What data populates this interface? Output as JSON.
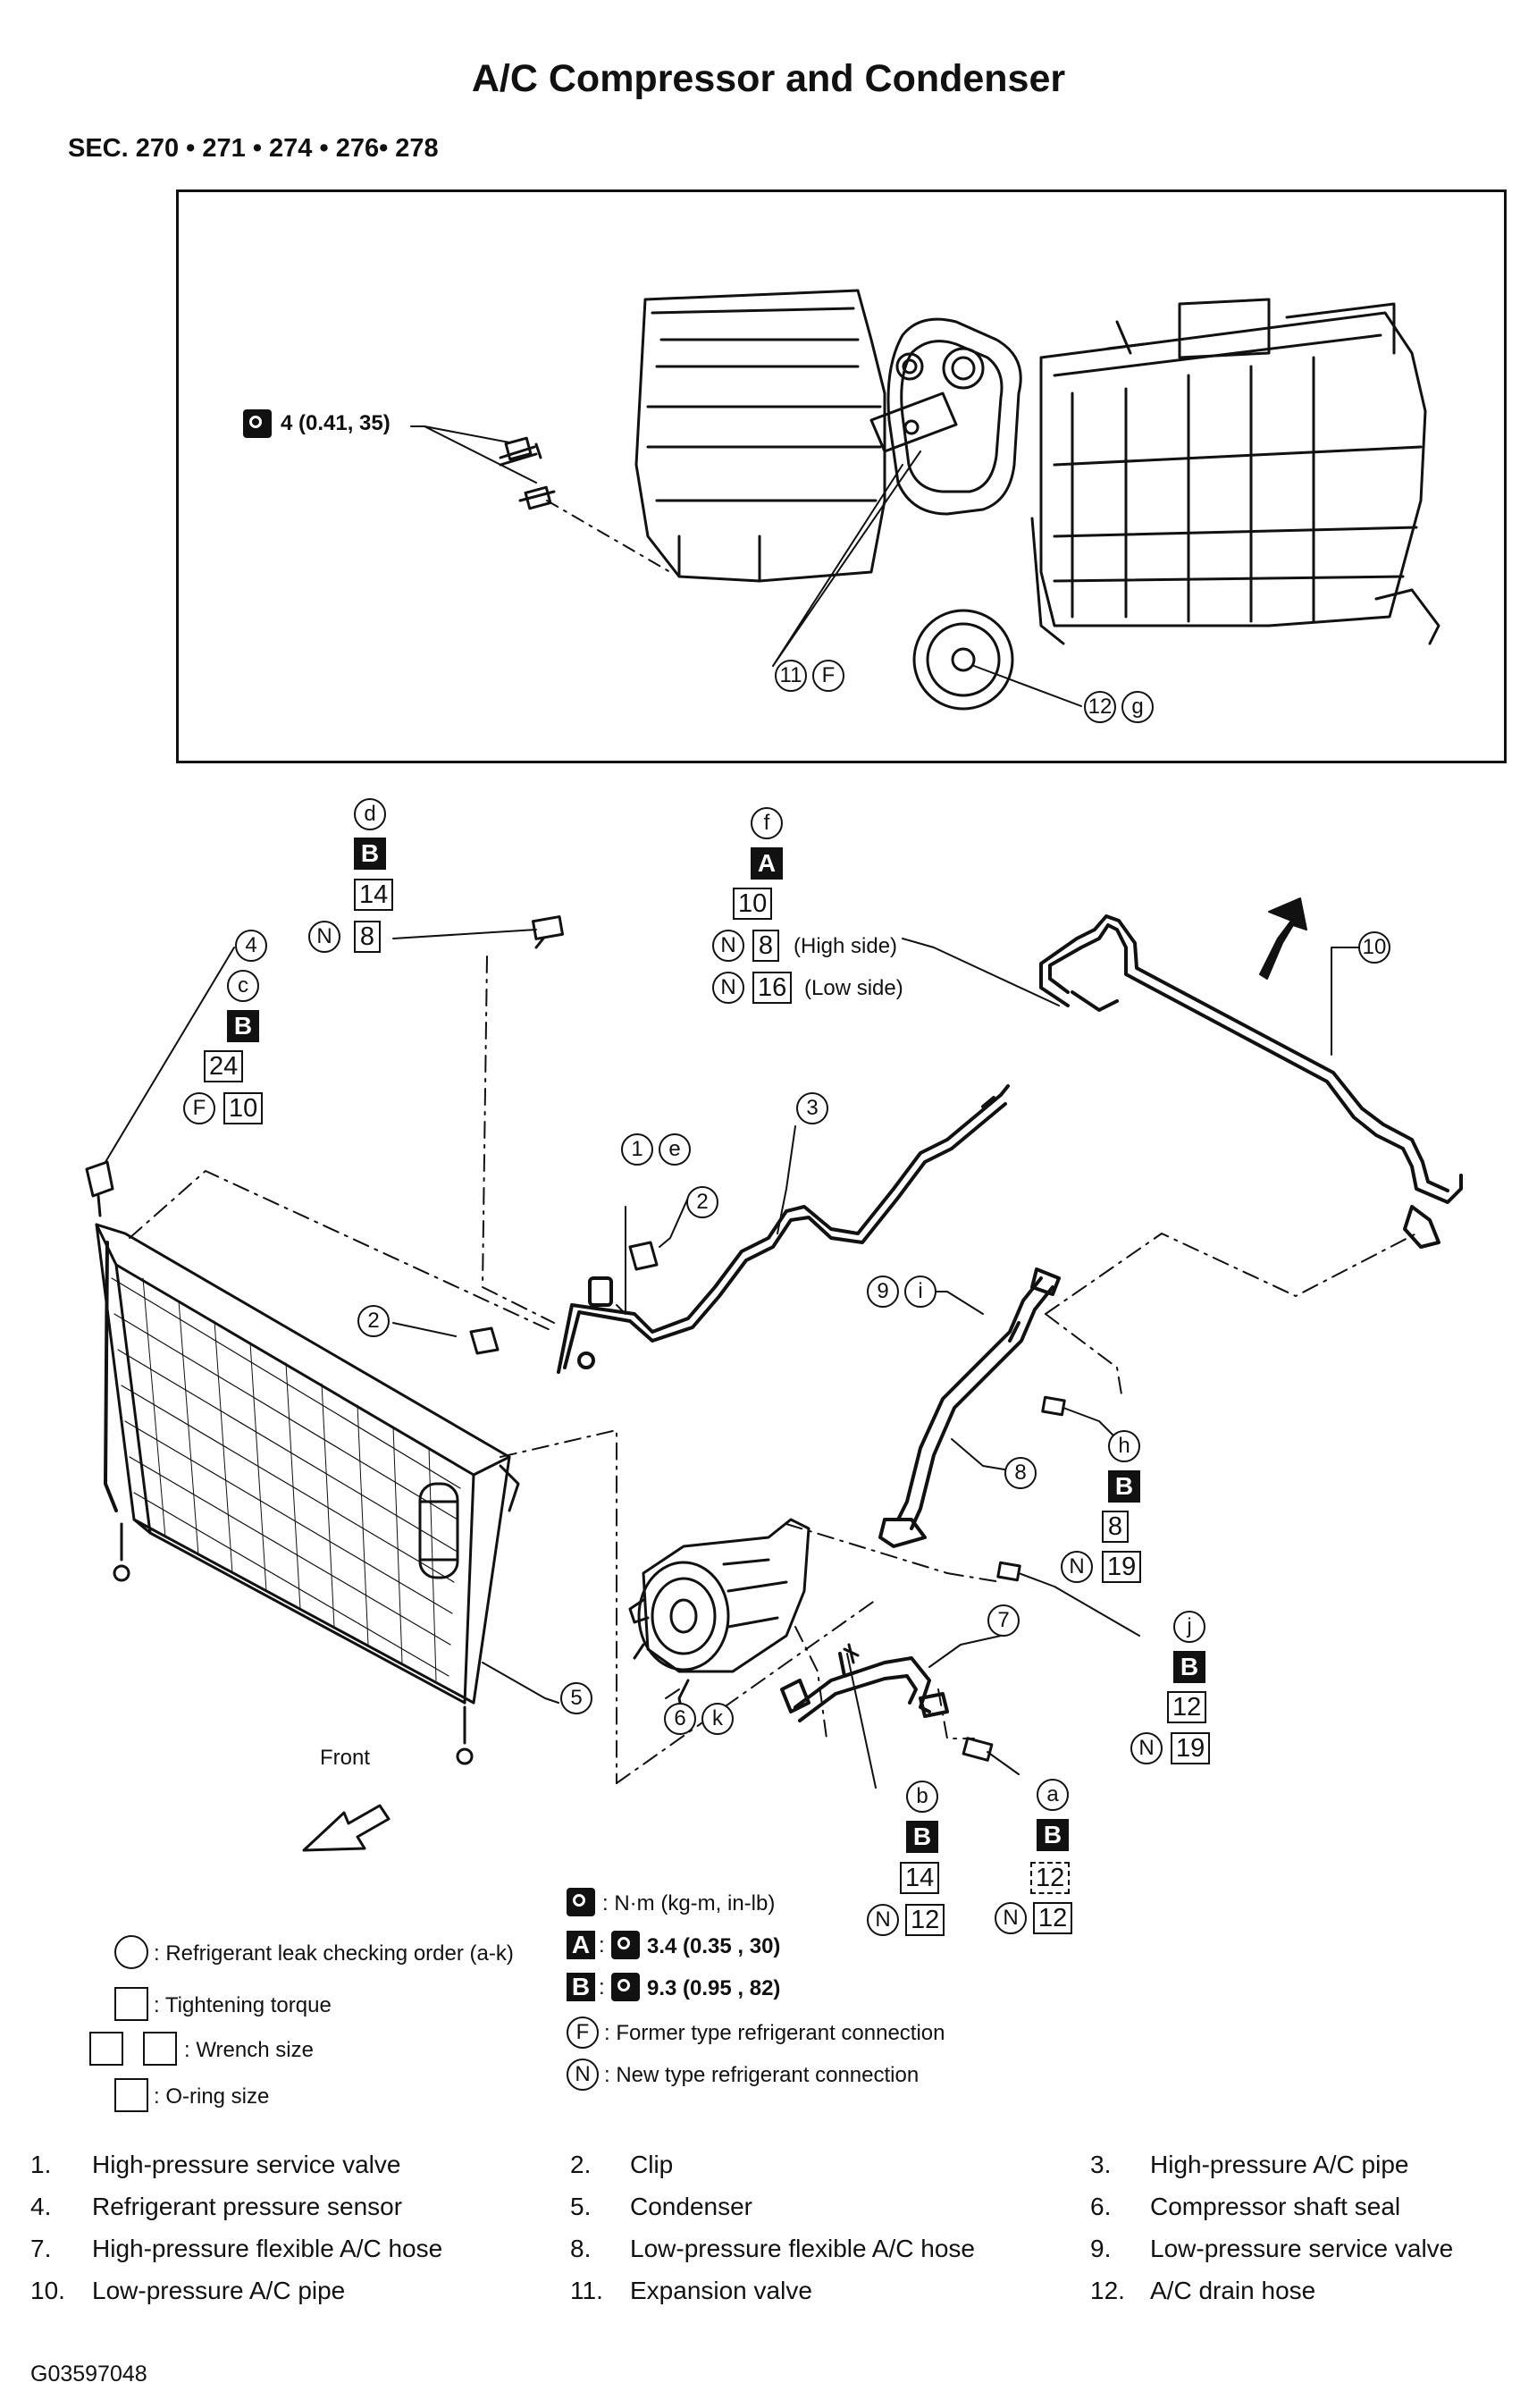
{
  "title": "A/C Compressor and Condenser",
  "sec": "SEC. 270 • 271 • 274 • 276• 278",
  "top_torque": "4 (0.41, 35)",
  "callouts": {
    "c1": "1",
    "c2": "2",
    "c3": "3",
    "c4": "4",
    "c5": "5",
    "c6": "6",
    "c7": "7",
    "c8": "8",
    "c9": "9",
    "c10": "10",
    "c11": "11",
    "c12": "12",
    "a": "a",
    "b": "b",
    "c": "c",
    "d": "d",
    "e": "e",
    "f": "f",
    "g": "g",
    "h": "h",
    "i": "i",
    "j": "j",
    "k": "k",
    "F": "F",
    "N": "N"
  },
  "blocks": {
    "A": "A",
    "B": "B"
  },
  "spec_d": {
    "wrench": "14",
    "oring": "8"
  },
  "spec_c": {
    "wrench": "24",
    "oring": "10"
  },
  "spec_f": {
    "wrench": "10",
    "oring_high": "8",
    "high_label": "(High side)",
    "oring_low": "16",
    "low_label": "(Low side)"
  },
  "spec_h": {
    "wrench": "8",
    "oring": "19"
  },
  "spec_j": {
    "wrench": "12",
    "oring": "19"
  },
  "spec_b": {
    "wrench": "14",
    "oring": "12"
  },
  "spec_a": {
    "wrench": "12",
    "oring": "12"
  },
  "front_label": "Front",
  "legend": {
    "circle": ": Refrigerant leak checking order (a-k)",
    "square": ": Tightening torque",
    "wrench": ": Wrench size",
    "oring": ": O-ring size",
    "units": ": N·m (kg-m, in-lb)",
    "torque_a": "3.4 (0.35 , 30)",
    "torque_b": "9.3 (0.95 , 82)",
    "former": ": Former type refrigerant connection",
    "new": ": New type refrigerant connection"
  },
  "parts": [
    {
      "num": "1.",
      "name": "High-pressure service valve"
    },
    {
      "num": "2.",
      "name": "Clip"
    },
    {
      "num": "3.",
      "name": "High-pressure A/C pipe"
    },
    {
      "num": "4.",
      "name": "Refrigerant pressure sensor"
    },
    {
      "num": "5.",
      "name": "Condenser"
    },
    {
      "num": "6.",
      "name": "Compressor shaft seal"
    },
    {
      "num": "7.",
      "name": "High-pressure flexible A/C hose"
    },
    {
      "num": "8.",
      "name": "Low-pressure flexible A/C hose"
    },
    {
      "num": "9.",
      "name": "Low-pressure service valve"
    },
    {
      "num": "10.",
      "name": "Low-pressure A/C pipe"
    },
    {
      "num": "11.",
      "name": "Expansion valve"
    },
    {
      "num": "12.",
      "name": "A/C drain hose"
    }
  ],
  "figure_code": "G03597048"
}
